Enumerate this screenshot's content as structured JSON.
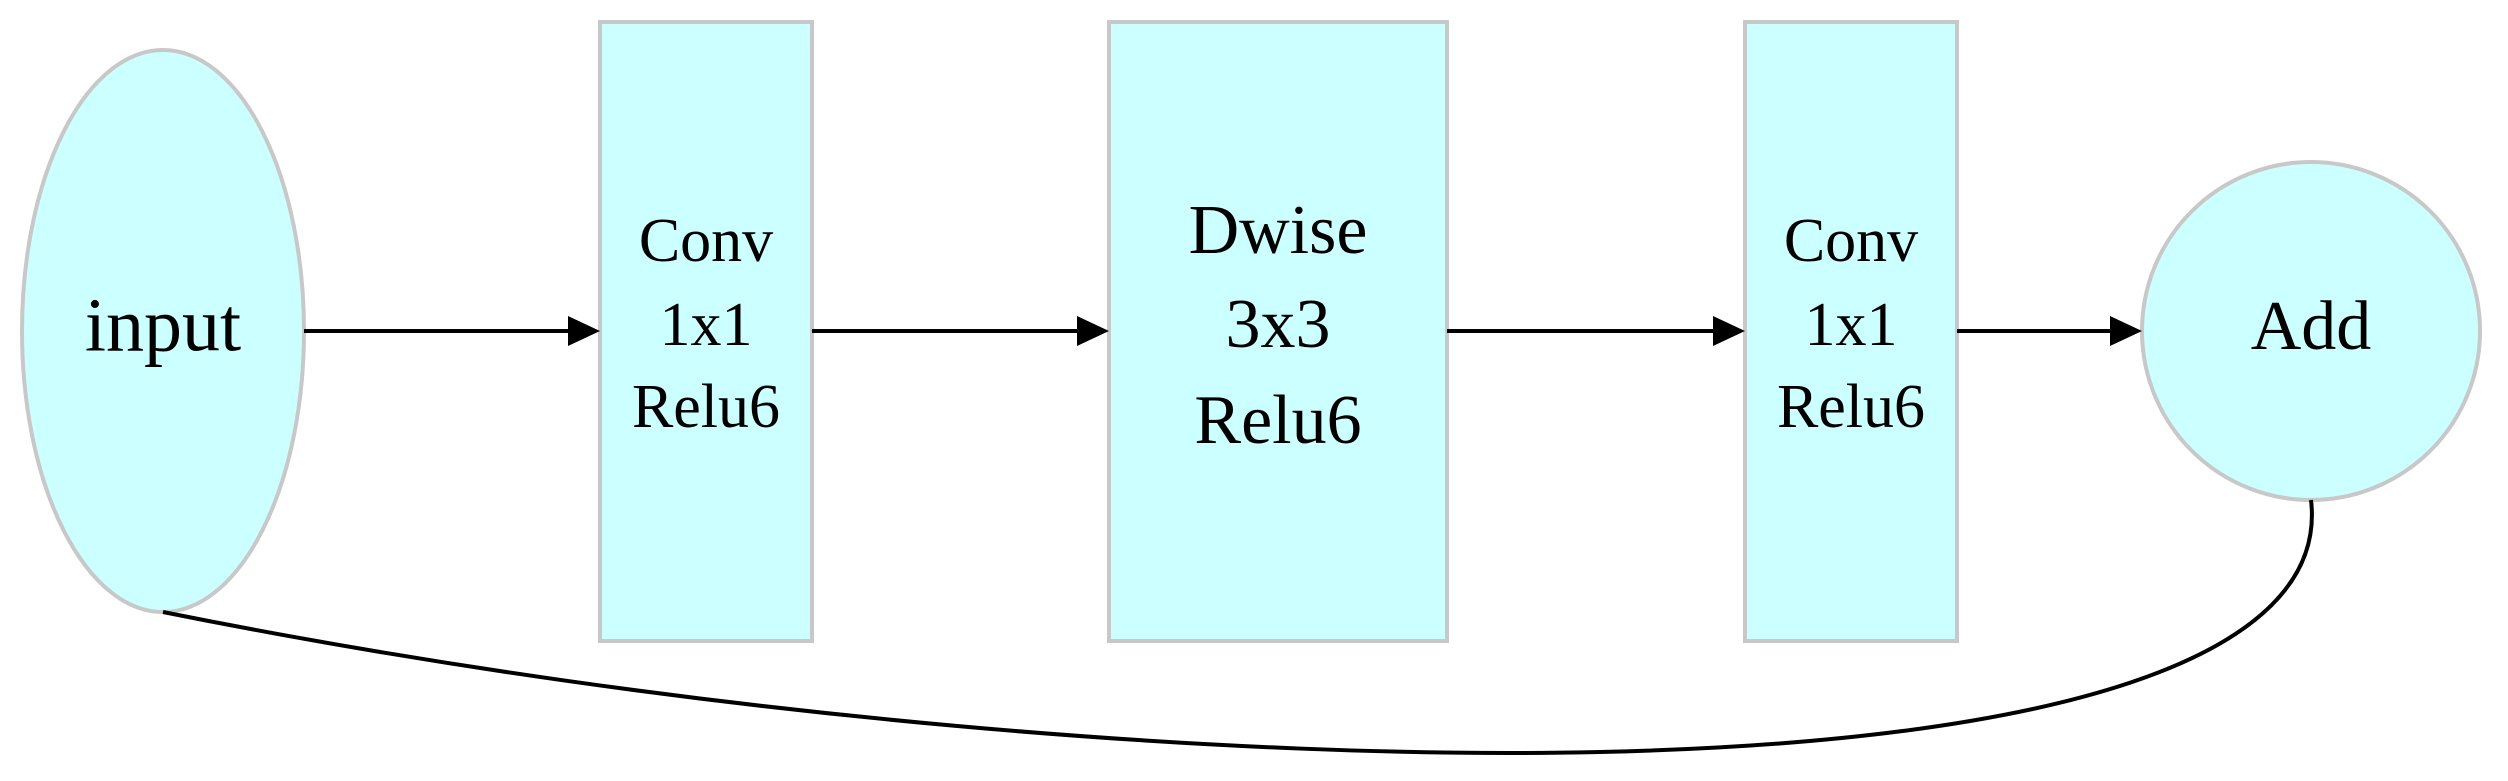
{
  "nodes": {
    "input": {
      "label": "input",
      "shape": "ellipse"
    },
    "conv1": {
      "lines": [
        "Conv",
        "1x1",
        "Relu6"
      ],
      "shape": "box"
    },
    "dwise": {
      "lines": [
        "Dwise",
        "3x3",
        "Relu6"
      ],
      "shape": "box"
    },
    "conv2": {
      "lines": [
        "Conv",
        "1x1",
        "Relu6"
      ],
      "shape": "box"
    },
    "add": {
      "label": "Add",
      "shape": "circle"
    }
  },
  "edges": [
    {
      "from": "input",
      "to": "conv1",
      "directed": true
    },
    {
      "from": "conv1",
      "to": "dwise",
      "directed": true
    },
    {
      "from": "dwise",
      "to": "conv2",
      "directed": true
    },
    {
      "from": "conv2",
      "to": "add",
      "directed": true
    },
    {
      "from": "input",
      "to": "add",
      "directed": false,
      "style": "skip-connection"
    }
  ],
  "colors": {
    "node_fill": "#ccffff",
    "node_border": "#c8c8c8",
    "edge": "#000000",
    "text": "#000000"
  }
}
